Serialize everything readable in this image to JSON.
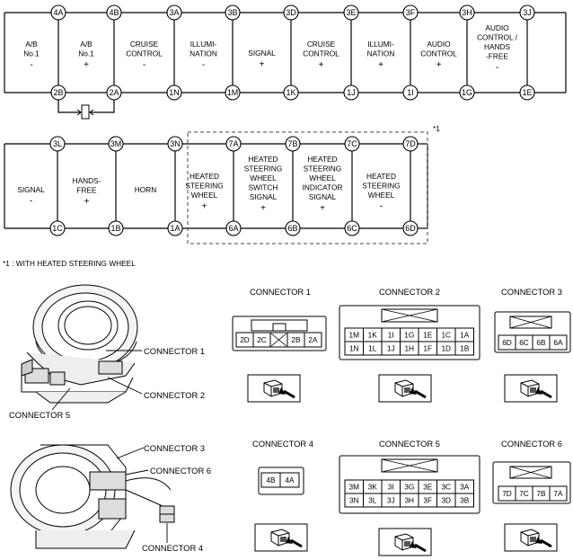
{
  "row1": {
    "top_pins": [
      "4A",
      "4B",
      "3A",
      "3B",
      "3D",
      "3E",
      "3F",
      "3H",
      "3J"
    ],
    "bottom_pins": [
      "2B",
      "2A",
      "1N",
      "1M",
      "1K",
      "1J",
      "1I",
      "1G",
      "1E"
    ],
    "cells": [
      {
        "lines": [
          "A/B",
          "No.1"
        ],
        "sign": "-"
      },
      {
        "lines": [
          "A/B",
          "No.1"
        ],
        "sign": "+"
      },
      {
        "lines": [
          "CRUISE",
          "CONTROL"
        ],
        "sign": "-"
      },
      {
        "lines": [
          "ILLUMI-",
          "NATION"
        ],
        "sign": "-"
      },
      {
        "lines": [
          "SIGNAL"
        ],
        "sign": "+"
      },
      {
        "lines": [
          "CRUISE",
          "CONTROL"
        ],
        "sign": "+"
      },
      {
        "lines": [
          "ILLUMI-",
          "NATION"
        ],
        "sign": "+"
      },
      {
        "lines": [
          "AUDIO",
          "CONTROL"
        ],
        "sign": "+"
      },
      {
        "lines": [
          "AUDIO",
          "CONTROL /",
          "HANDS",
          "-FREE"
        ],
        "sign": "-"
      }
    ]
  },
  "row2": {
    "top_pins": [
      "3L",
      "3M",
      "3N",
      "7A",
      "7B",
      "7C",
      "7D"
    ],
    "bottom_pins": [
      "1C",
      "1B",
      "1A",
      "6A",
      "6B",
      "6C",
      "6D"
    ],
    "cells": [
      {
        "lines": [
          "SIGNAL"
        ],
        "sign": "-"
      },
      {
        "lines": [
          "HANDS-",
          "FREE"
        ],
        "sign": "+"
      },
      {
        "lines": [
          "HORN"
        ],
        "sign": ""
      },
      {
        "lines": [
          "HEATED",
          "STEERING",
          "WHEEL"
        ],
        "sign": "+"
      },
      {
        "lines": [
          "HEATED",
          "STEERING",
          "WHEEL",
          "SWITCH",
          "SIGNAL"
        ],
        "sign": "+"
      },
      {
        "lines": [
          "HEATED",
          "STEERING",
          "WHEEL",
          "INDICATOR",
          "SIGNAL"
        ],
        "sign": "+"
      },
      {
        "lines": [
          "HEATED",
          "STEERING",
          "WHEEL"
        ],
        "sign": "-"
      }
    ],
    "dashed_marker": "*1"
  },
  "footnote": "*1 : WITH HEATED STEERING WHEEL",
  "connectors": {
    "c1": {
      "title": "CONNECTOR 1",
      "rows": [
        [
          "2D",
          "2C",
          "X",
          "2B",
          "2A"
        ]
      ]
    },
    "c2": {
      "title": "CONNECTOR 2",
      "rows": [
        [
          "1M",
          "1K",
          "1I",
          "1G",
          "1E",
          "1C",
          "1A"
        ],
        [
          "1N",
          "1L",
          "1J",
          "1H",
          "1F",
          "1D",
          "1B"
        ]
      ]
    },
    "c3": {
      "title": "CONNECTOR 3",
      "rows": [
        [
          "6D",
          "6C",
          "6B",
          "6A"
        ]
      ]
    },
    "c4": {
      "title": "CONNECTOR 4",
      "rows": [
        [
          "4B",
          "4A"
        ]
      ]
    },
    "c5": {
      "title": "CONNECTOR 5",
      "rows": [
        [
          "3M",
          "3K",
          "3I",
          "3G",
          "3E",
          "3C",
          "3A"
        ],
        [
          "3N",
          "3L",
          "3J",
          "3H",
          "3F",
          "3D",
          "3B"
        ]
      ]
    },
    "c6": {
      "title": "CONNECTOR 6",
      "rows": [
        [
          "7D",
          "7C",
          "7B",
          "7A"
        ]
      ]
    }
  },
  "callouts": {
    "top": [
      "CONNECTOR 1",
      "CONNECTOR 2",
      "CONNECTOR 5"
    ],
    "bottom": [
      "CONNECTOR 3",
      "CONNECTOR 6",
      "CONNECTOR 4"
    ]
  }
}
